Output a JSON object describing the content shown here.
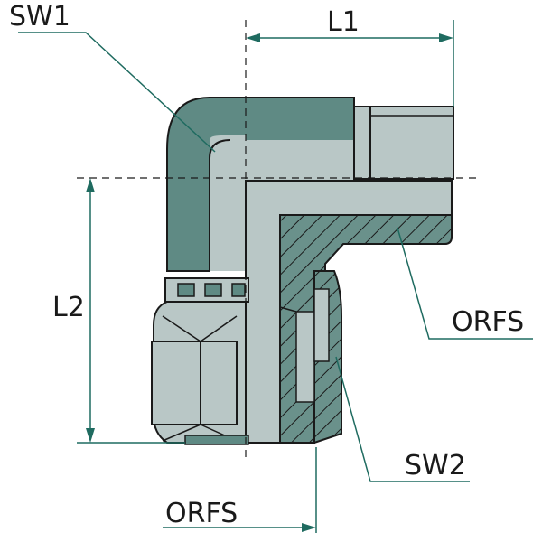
{
  "labels": {
    "sw1": "SW1",
    "sw2": "SW2",
    "l1": "L1",
    "l2": "L2",
    "orfs_right": "ORFS",
    "orfs_bottom": "ORFS"
  },
  "colors": {
    "body_light": "#b9c7c6",
    "body_dark": "#5f8a84",
    "body_mid": "#9fb5b3",
    "section_fill": "#6a918b",
    "leader": "#1f6b60",
    "outline": "#1a1a1a"
  }
}
